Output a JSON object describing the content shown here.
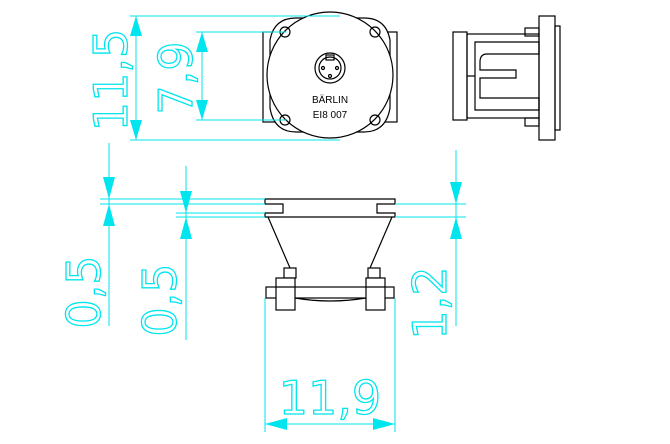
{
  "part_marking": {
    "line1": "BÄRLIN",
    "line2": "EI8 007"
  },
  "dimensions": {
    "height_total": "11,5",
    "height_inner": "7,9",
    "left_offset": "0,5",
    "inner_offset": "0,5",
    "right_height": "1,2",
    "width": "11,9"
  },
  "colors": {
    "outline": "#000000",
    "dimension": "#00e5ee",
    "background": "#ffffff"
  }
}
